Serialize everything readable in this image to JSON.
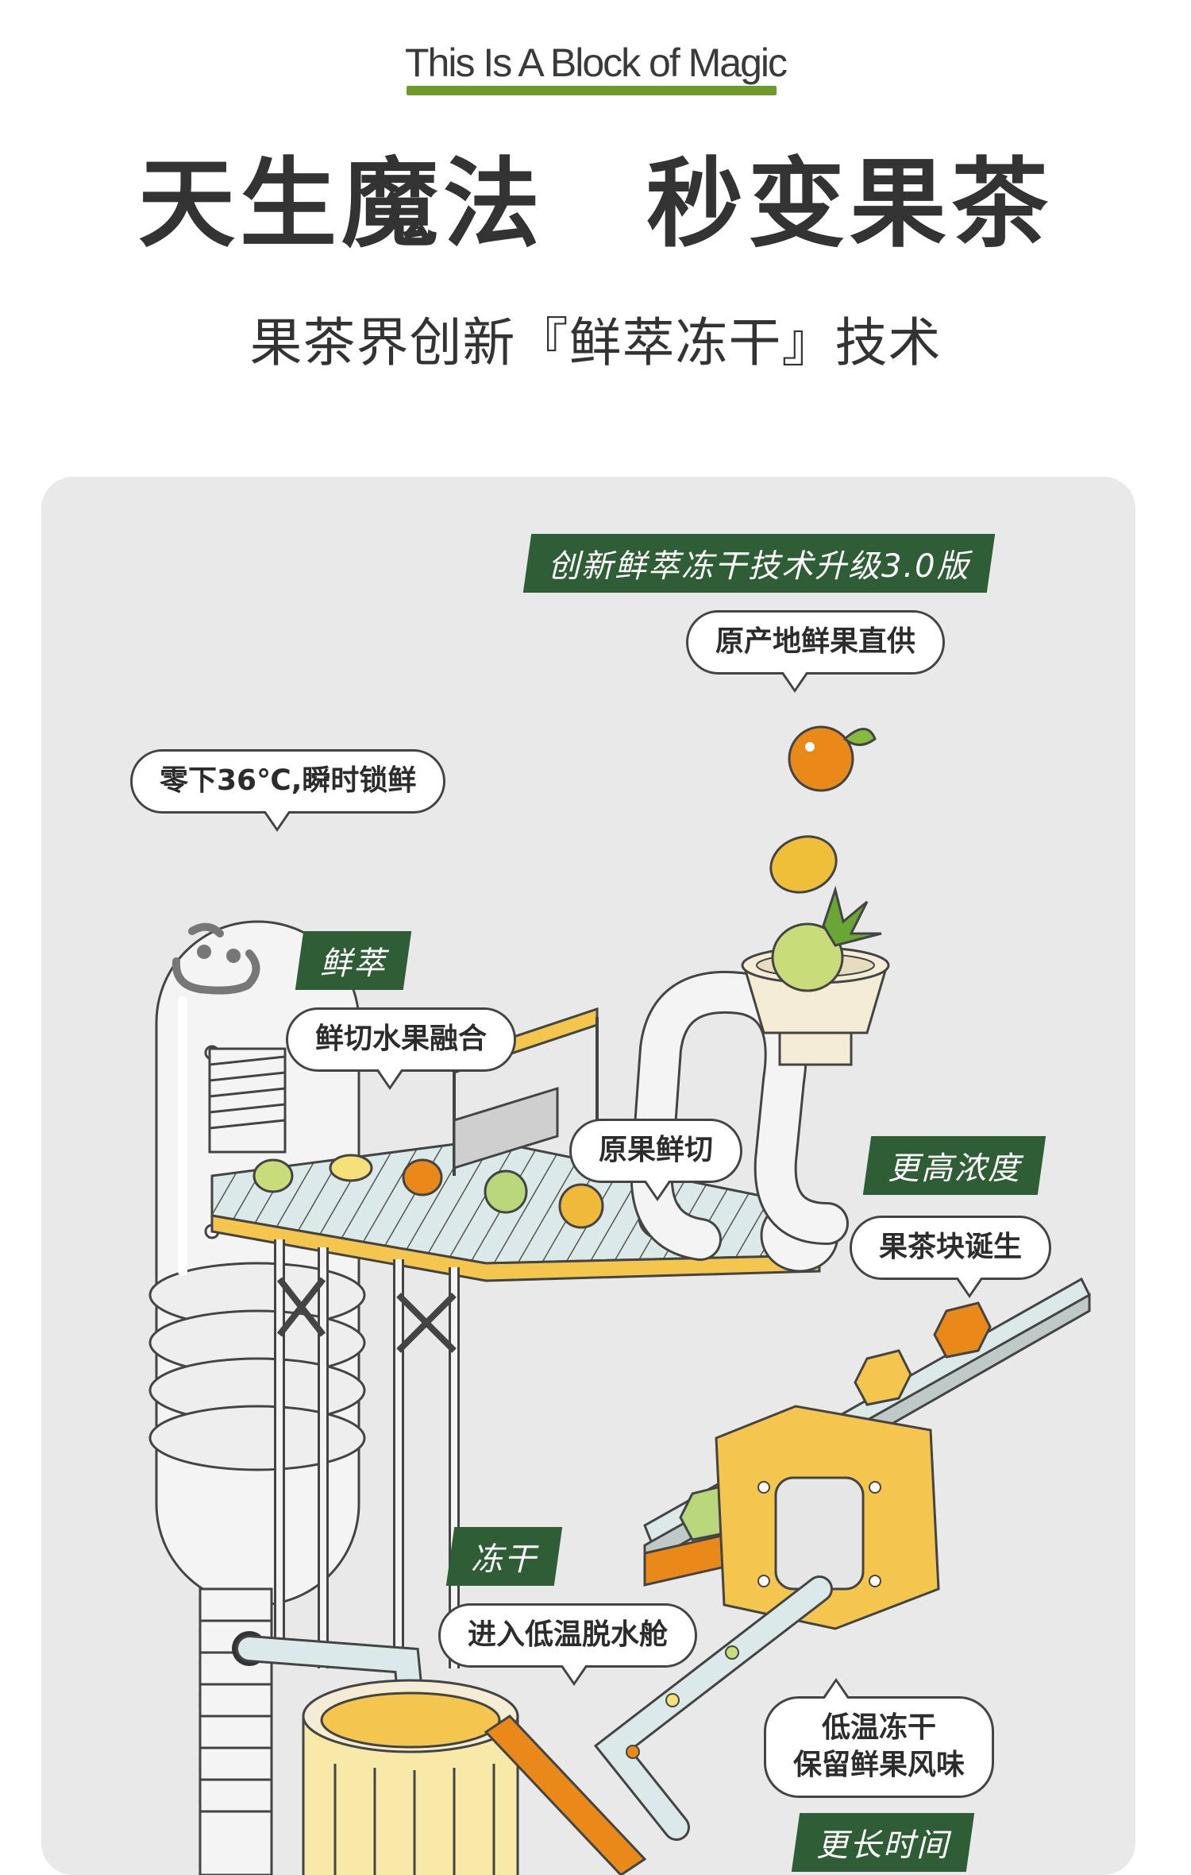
{
  "header": {
    "eyebrow": "This Is A Block of Magic",
    "headline": "天生魔法　秒变果茶",
    "subhead": "果茶界创新『鲜萃冻干』技术"
  },
  "colors": {
    "accent_green": "#2f5e36",
    "rule_green": "#6f9a2c",
    "panel_bg": "#e9e9e9",
    "orange": "#e9891a",
    "yellow": "#f5c64d"
  },
  "diagram": {
    "tags": {
      "upgrade": "创新鲜萃冻干技术升级3.0版",
      "extract": "鲜萃",
      "concentration": "更高浓度",
      "freeze_dry": "冻干",
      "longer_time": "更长时间"
    },
    "bubbles": {
      "origin": "原产地鲜果直供",
      "lock_fresh": "零下36℃,瞬时锁鲜",
      "fusion": "鲜切水果融合",
      "fresh_cut": "原果鲜切",
      "block_born": "果茶块诞生",
      "dehydrate": "进入低温脱水舱",
      "low_temp_line1": "低温冻干",
      "low_temp_line2": "保留鲜果风味"
    },
    "icons": [
      "orange-icon",
      "lemon-icon",
      "pineapple-icon",
      "bear-logo-icon"
    ]
  }
}
